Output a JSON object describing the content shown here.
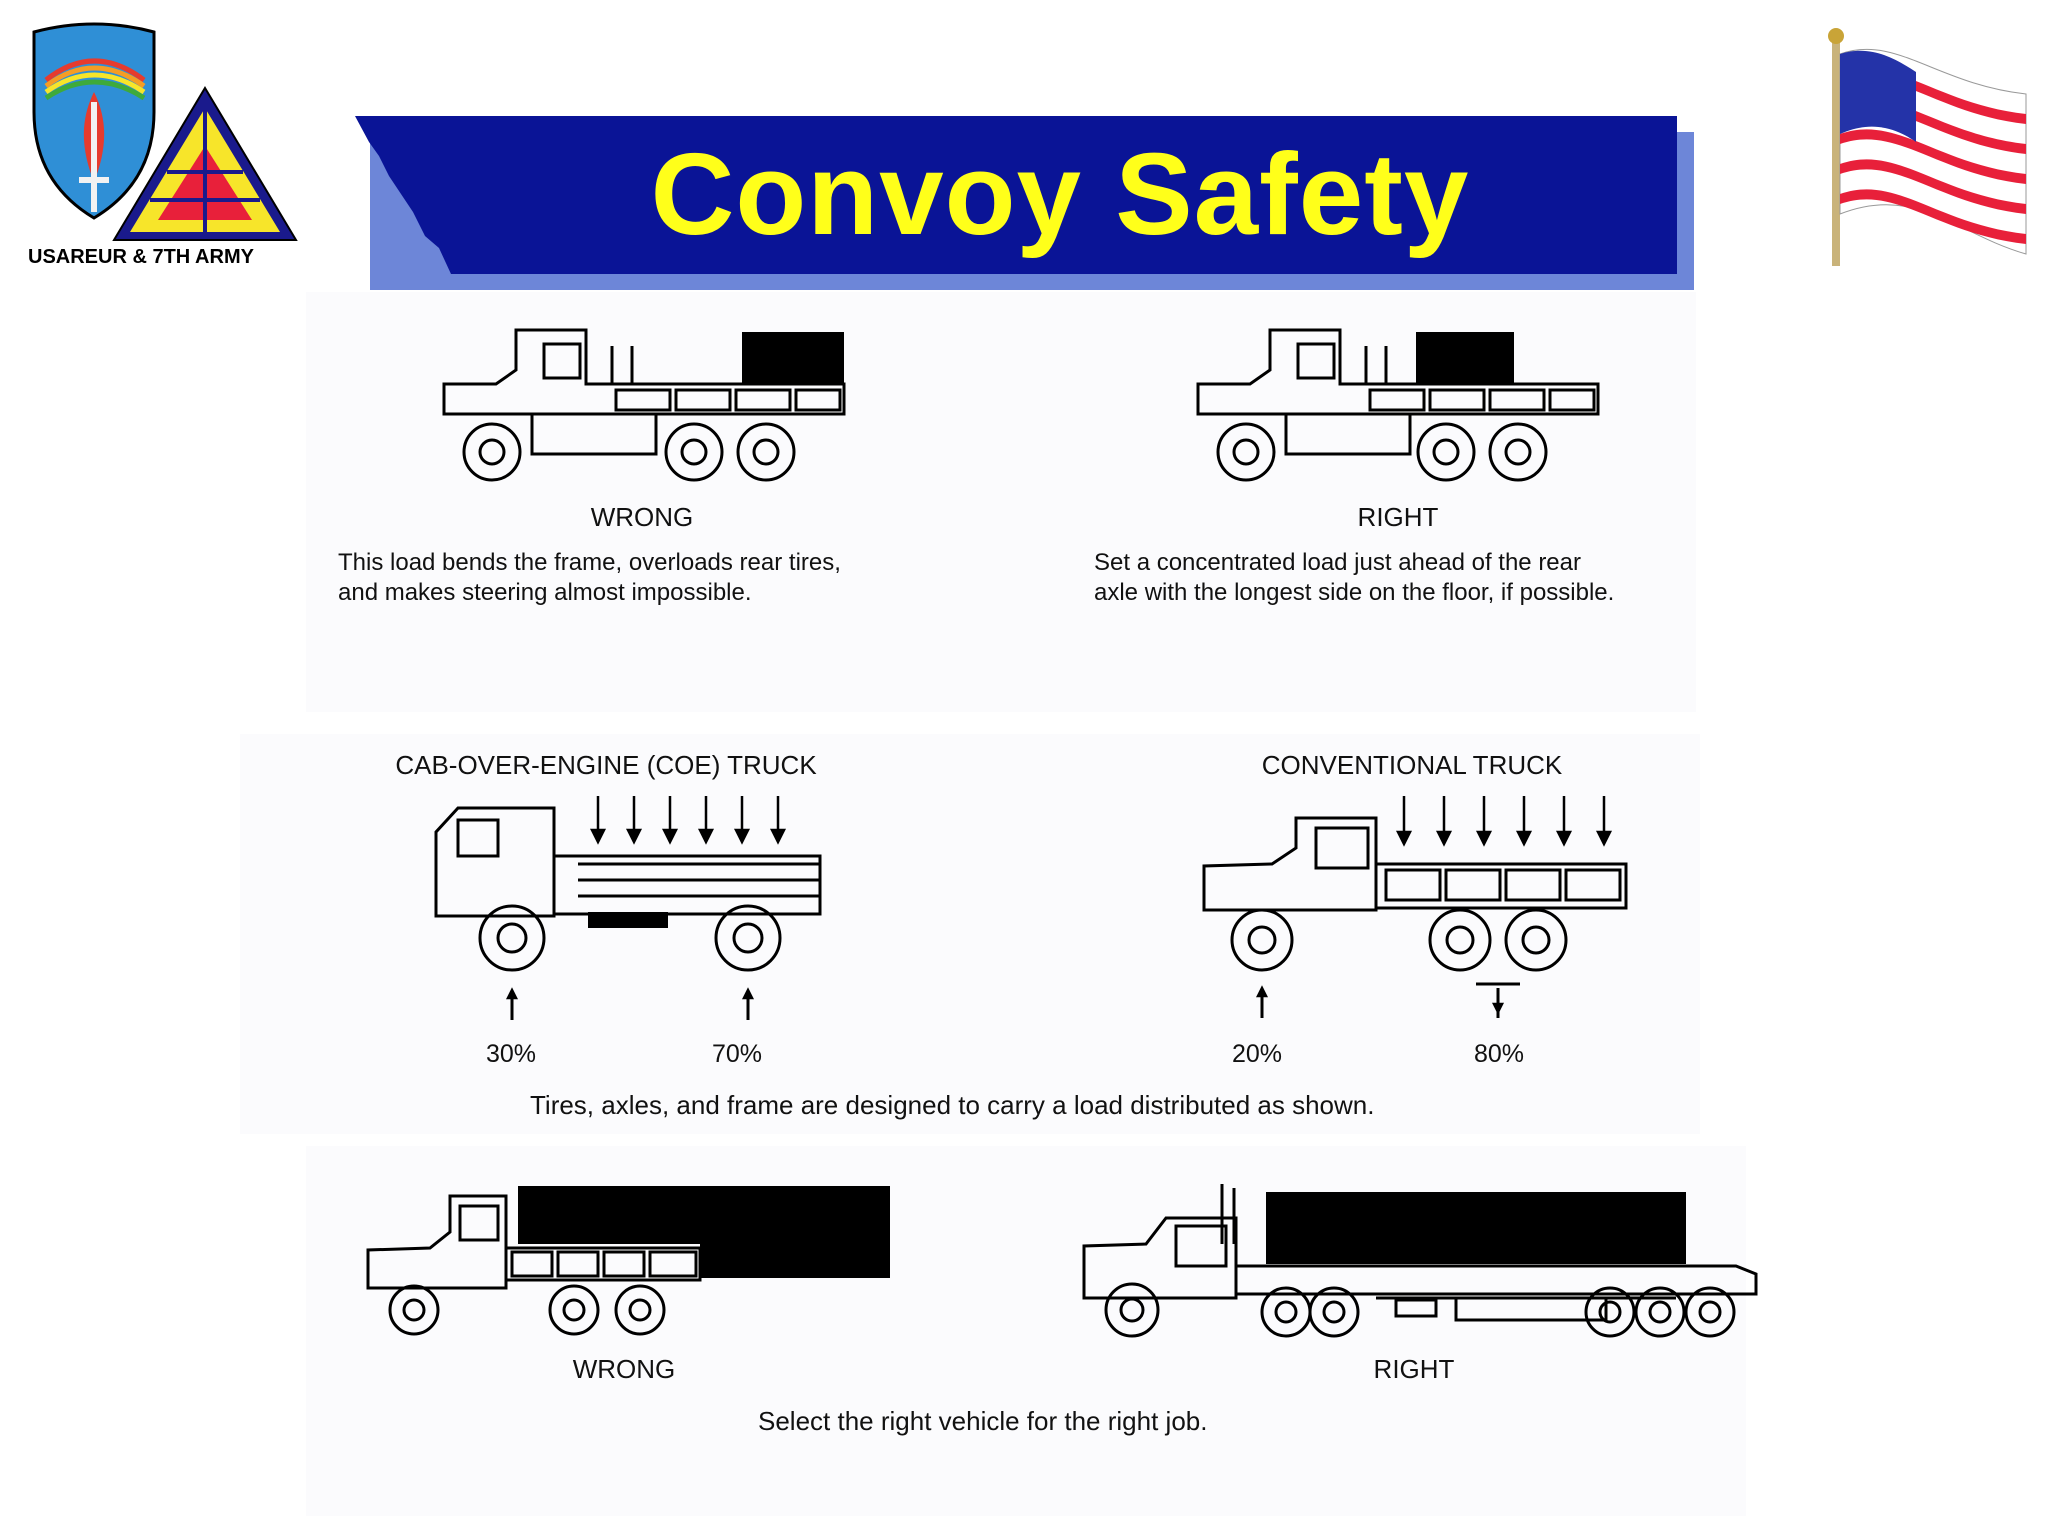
{
  "header": {
    "insignia_label": "USAREUR & 7TH ARMY",
    "title": "Convoy Safety",
    "colors": {
      "banner": "#0a1496",
      "banner_shadow": "#6d86d8",
      "title": "#ffff1a"
    },
    "left_logos": [
      "usareur-shield-icon",
      "seventh-army-triangle-icon"
    ],
    "right_logo": "us-flag-icon"
  },
  "section_load_placement": {
    "wrong": {
      "label": "WRONG",
      "caption_line1": "This load bends the frame, overloads rear tires,",
      "caption_line2": "and makes steering almost impossible."
    },
    "right": {
      "label": "RIGHT",
      "caption_line1": "Set a concentrated load just ahead of the rear",
      "caption_line2": "axle with the longest side on the floor, if possible."
    }
  },
  "section_load_distribution": {
    "coe": {
      "title": "CAB-OVER-ENGINE (COE) TRUCK",
      "front_pct": "30%",
      "rear_pct": "70%"
    },
    "conventional": {
      "title": "CONVENTIONAL TRUCK",
      "front_pct": "20%",
      "rear_pct": "80%"
    },
    "caption": "Tires, axles, and frame are designed to carry a load distributed as shown."
  },
  "section_vehicle_selection": {
    "wrong_label": "WRONG",
    "right_label": "RIGHT",
    "caption": "Select the right vehicle for the right job."
  }
}
